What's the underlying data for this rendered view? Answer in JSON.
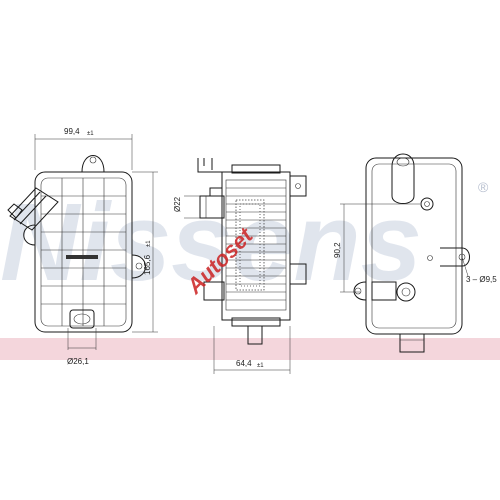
{
  "watermark": {
    "brand": "Nissens",
    "registered": "®",
    "shop": "Autoset",
    "brand_color": "#c8d0e0",
    "shop_color": "#cc2222"
  },
  "dimensions": {
    "width_top": "99,4",
    "width_top_tol": "±1",
    "height_side": "165,6",
    "height_side_tol": "±1",
    "diameter_port": "Ø26,1",
    "diameter_inlet": "Ø22",
    "depth_bottom": "64,4",
    "depth_bottom_tol": "±1",
    "port_spacing": "90,2",
    "mount_holes": "3 – Ø9,5"
  },
  "colors": {
    "line": "#1a1a1a",
    "band": "#f4d6dc"
  }
}
